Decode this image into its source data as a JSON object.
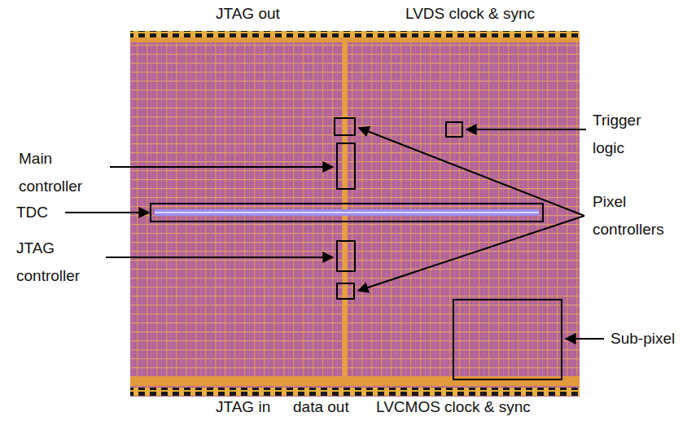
{
  "diagram": {
    "labels": [
      "JTAG out",
      "LVDS clock & sync",
      "Main controller",
      "Trigger logic",
      "TDC",
      "Pixel controllers",
      "JTAG controller",
      "Sub-pixel",
      "JTAG in",
      "data out",
      "LVCMOS clock & sync"
    ]
  }
}
